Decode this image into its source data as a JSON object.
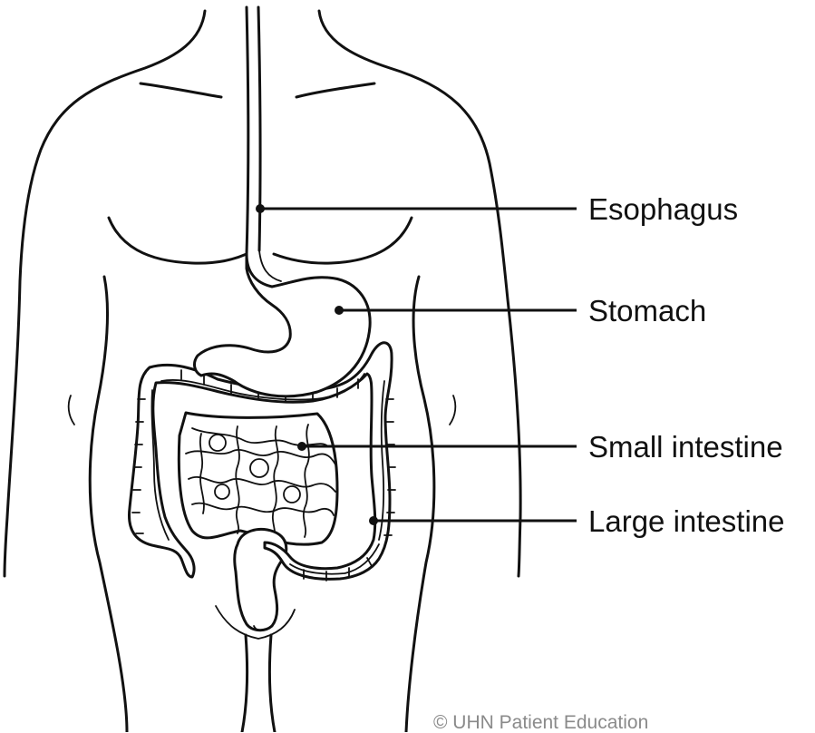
{
  "labels": {
    "esophagus": "Esophagus",
    "stomach": "Stomach",
    "small_intestine": "Small intestine",
    "large_intestine": "Large intestine"
  },
  "credit": "© UHN Patient Education",
  "colors": {
    "line": "#111111",
    "credit": "#8a8a8a",
    "background": "#ffffff"
  }
}
